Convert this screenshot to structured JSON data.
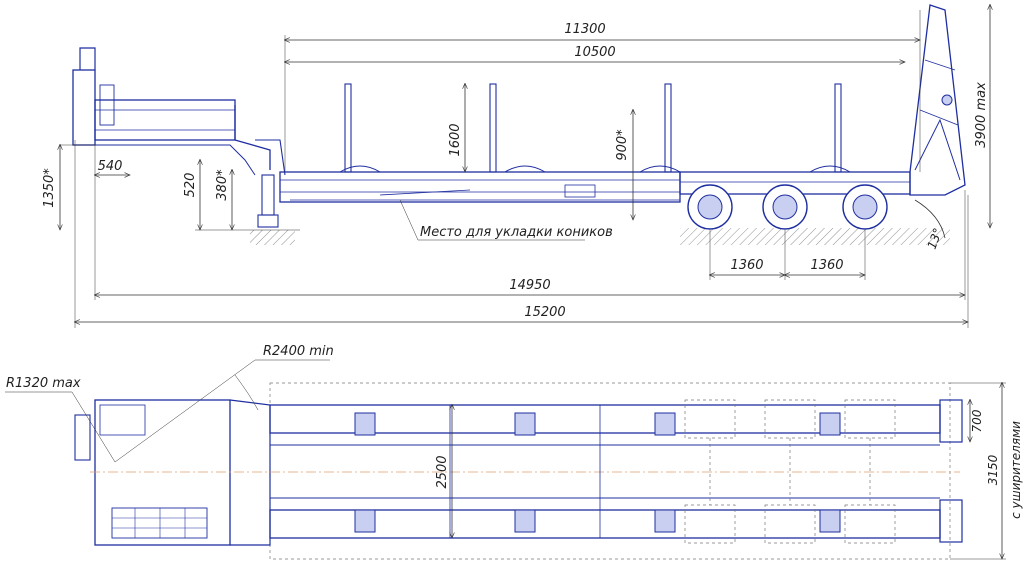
{
  "side_view": {
    "dims": {
      "d11300": "11300",
      "d10500": "10500",
      "d1600": "1600",
      "d900": "900*",
      "d3900": "3900 max",
      "d540": "540",
      "d1350": "1350*",
      "d520": "520",
      "d380": "380*",
      "d1360a": "1360",
      "d1360b": "1360",
      "d14950": "14950",
      "d15200": "15200",
      "angle": "13°"
    },
    "callout": "Место для укладки коников"
  },
  "top_view": {
    "dims": {
      "r_max": "R1320 max",
      "r_min": "R2400 min",
      "d2500": "2500",
      "d700": "700",
      "d3150": "3150",
      "note": "с уширителями"
    }
  },
  "colors": {
    "line": "#1f2fa0",
    "dim": "#333333"
  }
}
